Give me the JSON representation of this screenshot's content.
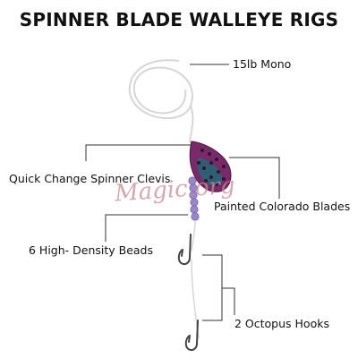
{
  "title": "SPINNER BLADE WALLEYE RIGS",
  "labels": {
    "line": "15lb Mono",
    "clevis": "Quick Change Spinner Clevis",
    "blades": "Painted Colorado Blades",
    "beads": "6 High- Density Beads",
    "hooks": "2 Octopus Hooks"
  },
  "watermark": "Magic.org",
  "colors": {
    "blade_outer": "#7a2a6a",
    "blade_inner": "#1f6b7a",
    "blade_spots": "#2a1a2a",
    "beads": "#9a86c8",
    "hooks": "#444444",
    "lines": "#333333"
  }
}
